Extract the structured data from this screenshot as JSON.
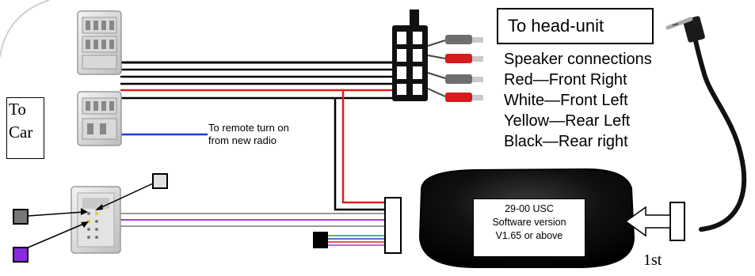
{
  "to_car": {
    "line1": "To",
    "line2": "Car"
  },
  "head_unit": {
    "label": "To head-unit"
  },
  "speaker_connections": {
    "title": "Speaker connections",
    "lines": [
      "Red—Front Right",
      "White—Front Left",
      "Yellow—Rear Left",
      "Black—Rear right"
    ]
  },
  "remote": {
    "line1": "To remote turn on",
    "line2": "from  new radio"
  },
  "module": {
    "line1": "29-00 USC",
    "line2": "Software version",
    "line3": "V1.65 or above"
  },
  "first_label": "1st",
  "colors": {
    "wire_black": "#000000",
    "wire_red": "#e0201a",
    "wire_blue": "#1a3fd6",
    "wire_purple": "#a040d0",
    "wire_grey": "#9a9a9a",
    "wire_green": "#2c9a2c",
    "connector_grey": "#777777",
    "connector_purple": "#8a2be2",
    "module_body": "#0c0c0c",
    "rca_red": "#d21e1e",
    "rca_grey": "#6e6e6e"
  }
}
